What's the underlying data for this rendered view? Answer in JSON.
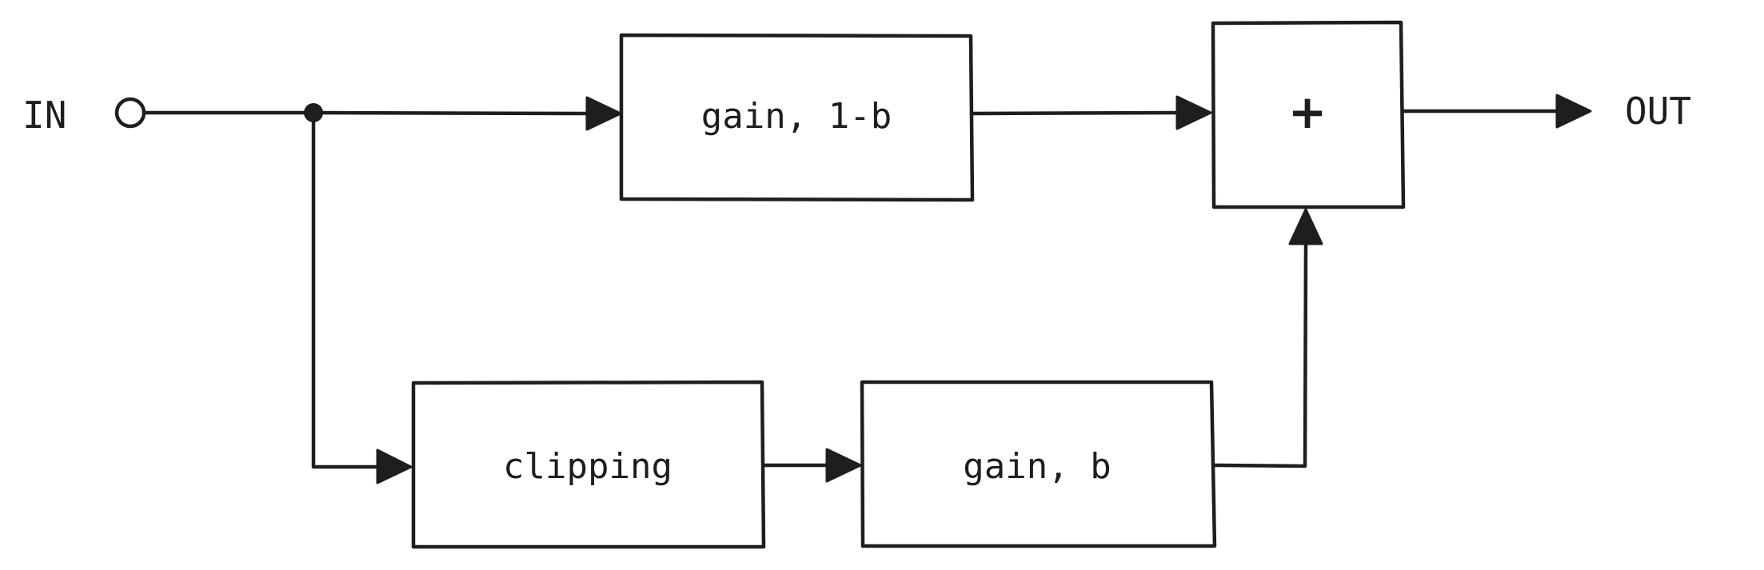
{
  "diagram": {
    "labels": {
      "input": "IN",
      "output": "OUT"
    },
    "blocks": {
      "gain_top": "gain, 1-b",
      "sum": "+",
      "clipping": "clipping",
      "gain_bottom": "gain, b"
    }
  }
}
